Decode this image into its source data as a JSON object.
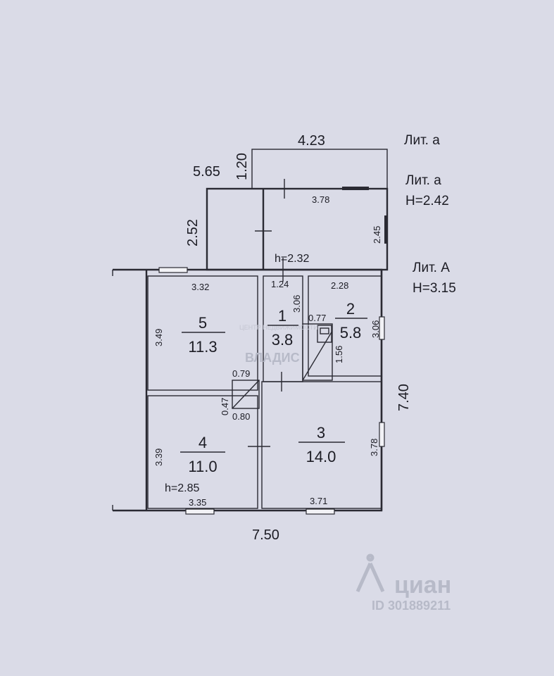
{
  "legend": {
    "lit_a_top": "Лит. а",
    "lit_a_mid": "Лит. а",
    "lit_a_mid_height": "H=2.42",
    "lit_A": "Лит. А",
    "lit_A_height": "H=3.15"
  },
  "dimensions": {
    "porch_width": "4.23",
    "porch_depth": "1.20",
    "annex_length": "5.65",
    "annex_depth": "2.52",
    "annex_inner_width": "3.78",
    "annex_inner_depth": "2.45",
    "annex_height": "h=2.32",
    "room5_width": "3.32",
    "room5_depth": "3.49",
    "room1_width": "1.24",
    "room1_depth": "3.06",
    "room2_width": "2.28",
    "room2_depth": "3.06",
    "stair_width": "0.77",
    "stair_depth": "1.56",
    "hall_width": "0.79",
    "hall_depth": "0.47",
    "hall_width2": "0.80",
    "room4_depth": "3.39",
    "room4_width": "3.35",
    "room4_height": "h=2.85",
    "room3_depth": "3.78",
    "room3_width": "3.71",
    "house_depth": "7.40",
    "house_width": "7.50"
  },
  "rooms": [
    {
      "number": "1",
      "area": "3.8"
    },
    {
      "number": "2",
      "area": "5.8"
    },
    {
      "number": "3",
      "area": "14.0"
    },
    {
      "number": "4",
      "area": "11.0"
    },
    {
      "number": "5",
      "area": "11.3"
    }
  ],
  "watermark": {
    "brand": "циан",
    "id": "ID 301889211",
    "agency": "ВЛАДИС",
    "agency_sub": "ЦЕНТР НЕДВИЖИМОСТИ"
  },
  "colors": {
    "paper": "#dadbe7",
    "ink": "#2a2a33"
  }
}
